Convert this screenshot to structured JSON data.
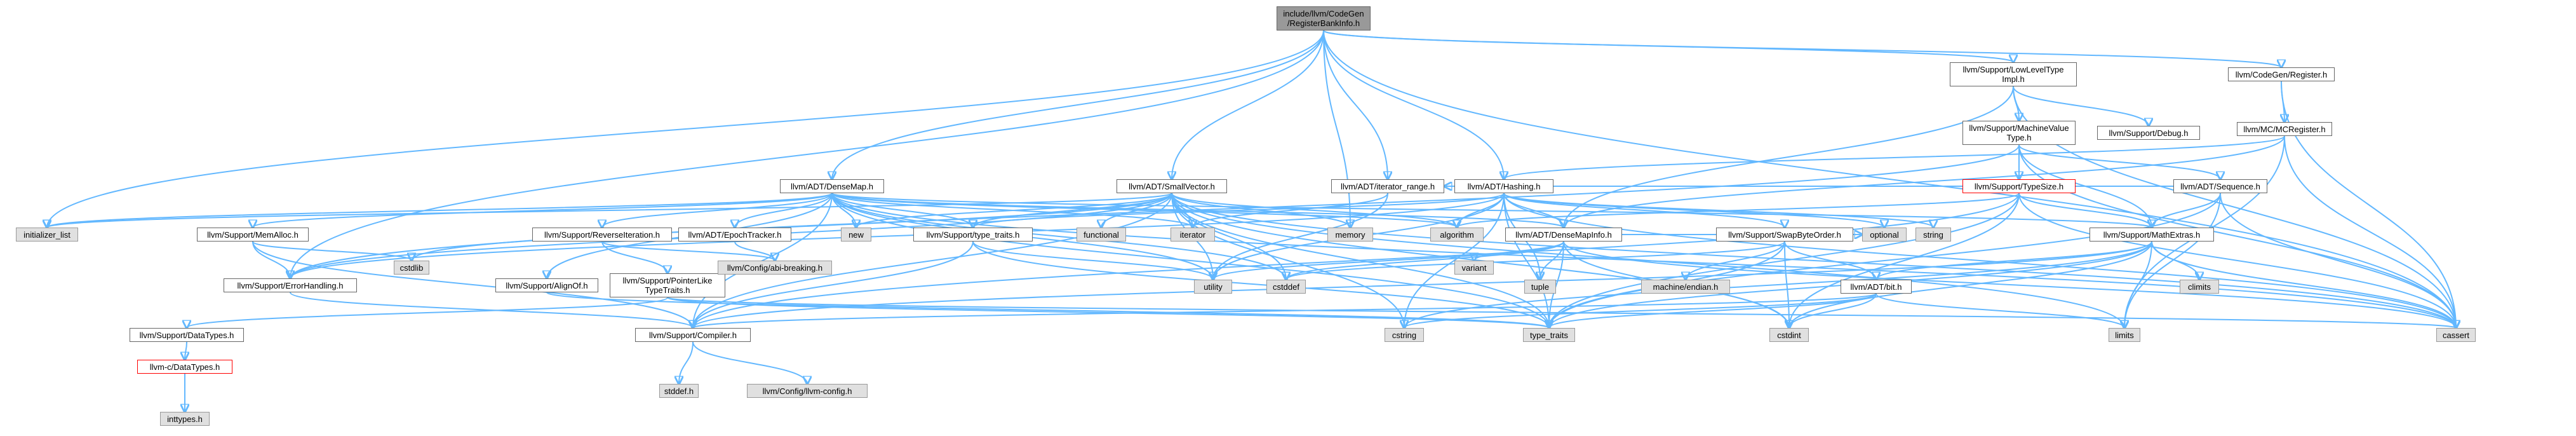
{
  "colors": {
    "edge": "#63b8ff",
    "node_border": "#666666",
    "focus_fill": "#999999",
    "system_fill": "#e0e0e0",
    "warning_border": "#ff0000"
  },
  "nodes": [
    {
      "id": "root",
      "label": "include/llvm/CodeGen\n/RegisterBankInfo.h",
      "kind": "focus"
    },
    {
      "id": "lltype",
      "label": "llvm/Support/LowLevelType\nImpl.h",
      "kind": "normal"
    },
    {
      "id": "cgreg",
      "label": "llvm/CodeGen/Register.h",
      "kind": "normal"
    },
    {
      "id": "mvt",
      "label": "llvm/Support/MachineValue\nType.h",
      "kind": "normal"
    },
    {
      "id": "debug",
      "label": "llvm/Support/Debug.h",
      "kind": "normal"
    },
    {
      "id": "mcreg",
      "label": "llvm/MC/MCRegister.h",
      "kind": "normal"
    },
    {
      "id": "densemap",
      "label": "llvm/ADT/DenseMap.h",
      "kind": "normal"
    },
    {
      "id": "smallvec",
      "label": "llvm/ADT/SmallVector.h",
      "kind": "normal"
    },
    {
      "id": "iterrange",
      "label": "llvm/ADT/iterator_range.h",
      "kind": "normal"
    },
    {
      "id": "hashing",
      "label": "llvm/ADT/Hashing.h",
      "kind": "normal"
    },
    {
      "id": "typesize",
      "label": "llvm/Support/TypeSize.h",
      "kind": "warn"
    },
    {
      "id": "sequence",
      "label": "llvm/ADT/Sequence.h",
      "kind": "normal"
    },
    {
      "id": "initlist",
      "label": "initializer_list",
      "kind": "system"
    },
    {
      "id": "memalloc",
      "label": "llvm/Support/MemAlloc.h",
      "kind": "normal"
    },
    {
      "id": "reviter",
      "label": "llvm/Support/ReverseIteration.h",
      "kind": "normal"
    },
    {
      "id": "epoch",
      "label": "llvm/ADT/EpochTracker.h",
      "kind": "normal"
    },
    {
      "id": "new",
      "label": "new",
      "kind": "system"
    },
    {
      "id": "typetraits_h",
      "label": "llvm/Support/type_traits.h",
      "kind": "normal"
    },
    {
      "id": "functional",
      "label": "functional",
      "kind": "system"
    },
    {
      "id": "iterator",
      "label": "iterator",
      "kind": "system"
    },
    {
      "id": "memory",
      "label": "memory",
      "kind": "system"
    },
    {
      "id": "algorithm",
      "label": "algorithm",
      "kind": "system"
    },
    {
      "id": "densemapinfo",
      "label": "llvm/ADT/DenseMapInfo.h",
      "kind": "normal"
    },
    {
      "id": "swapbyte",
      "label": "llvm/Support/SwapByteOrder.h",
      "kind": "normal"
    },
    {
      "id": "optional",
      "label": "optional",
      "kind": "system"
    },
    {
      "id": "string",
      "label": "string",
      "kind": "system"
    },
    {
      "id": "mathextras",
      "label": "llvm/Support/MathExtras.h",
      "kind": "normal"
    },
    {
      "id": "cstdlib",
      "label": "cstdlib",
      "kind": "system"
    },
    {
      "id": "errhandling",
      "label": "llvm/Support/ErrorHandling.h",
      "kind": "normal"
    },
    {
      "id": "alignof",
      "label": "llvm/Support/AlignOf.h",
      "kind": "normal"
    },
    {
      "id": "ptrlike",
      "label": "llvm/Support/PointerLike\nTypeTraits.h",
      "kind": "normal"
    },
    {
      "id": "abibreak",
      "label": "llvm/Config/abi-breaking.h",
      "kind": "system"
    },
    {
      "id": "utility",
      "label": "utility",
      "kind": "system"
    },
    {
      "id": "cstddef",
      "label": "cstddef",
      "kind": "system"
    },
    {
      "id": "variant",
      "label": "variant",
      "kind": "system"
    },
    {
      "id": "tuple",
      "label": "tuple",
      "kind": "system"
    },
    {
      "id": "endian",
      "label": "machine/endian.h",
      "kind": "system"
    },
    {
      "id": "bit",
      "label": "llvm/ADT/bit.h",
      "kind": "normal"
    },
    {
      "id": "climits",
      "label": "climits",
      "kind": "system"
    },
    {
      "id": "datatypes",
      "label": "llvm/Support/DataTypes.h",
      "kind": "normal"
    },
    {
      "id": "compiler",
      "label": "llvm/Support/Compiler.h",
      "kind": "normal"
    },
    {
      "id": "cstring",
      "label": "cstring",
      "kind": "system"
    },
    {
      "id": "type_traits",
      "label": "type_traits",
      "kind": "system"
    },
    {
      "id": "cstdint",
      "label": "cstdint",
      "kind": "system"
    },
    {
      "id": "limits",
      "label": "limits",
      "kind": "system"
    },
    {
      "id": "cassert",
      "label": "cassert",
      "kind": "system"
    },
    {
      "id": "cdatatypes",
      "label": "llvm-c/DataTypes.h",
      "kind": "warn"
    },
    {
      "id": "stddef",
      "label": "stddef.h",
      "kind": "system"
    },
    {
      "id": "llvmconfig",
      "label": "llvm/Config/llvm-config.h",
      "kind": "system"
    },
    {
      "id": "inttypes",
      "label": "inttypes.h",
      "kind": "system"
    }
  ],
  "edges": [
    [
      "root",
      "lltype"
    ],
    [
      "root",
      "cgreg"
    ],
    [
      "root",
      "densemap"
    ],
    [
      "root",
      "smallvec"
    ],
    [
      "root",
      "iterrange"
    ],
    [
      "root",
      "hashing"
    ],
    [
      "root",
      "initlist"
    ],
    [
      "root",
      "errhandling"
    ],
    [
      "root",
      "memory"
    ],
    [
      "root",
      "cassert"
    ],
    [
      "lltype",
      "mvt"
    ],
    [
      "lltype",
      "debug"
    ],
    [
      "lltype",
      "densemapinfo"
    ],
    [
      "lltype",
      "cassert"
    ],
    [
      "mvt",
      "typesize"
    ],
    [
      "mvt",
      "sequence"
    ],
    [
      "mvt",
      "mathextras"
    ],
    [
      "mvt",
      "errhandling"
    ],
    [
      "mvt",
      "cassert"
    ],
    [
      "cgreg",
      "mcreg"
    ],
    [
      "cgreg",
      "cassert"
    ],
    [
      "mcreg",
      "hashing"
    ],
    [
      "mcreg",
      "densemapinfo"
    ],
    [
      "mcreg",
      "limits"
    ],
    [
      "mcreg",
      "cassert"
    ],
    [
      "densemap",
      "initlist"
    ],
    [
      "densemap",
      "memalloc"
    ],
    [
      "densemap",
      "reviter"
    ],
    [
      "densemap",
      "epoch"
    ],
    [
      "densemap",
      "alignof"
    ],
    [
      "densemap",
      "compiler"
    ],
    [
      "densemap",
      "typetraits_h"
    ],
    [
      "densemap",
      "algorithm"
    ],
    [
      "densemap",
      "iterator"
    ],
    [
      "densemap",
      "new"
    ],
    [
      "densemap",
      "utility"
    ],
    [
      "densemap",
      "densemapinfo"
    ],
    [
      "densemap",
      "mathextras"
    ],
    [
      "densemap",
      "cassert"
    ],
    [
      "densemap",
      "cstddef"
    ],
    [
      "densemap",
      "type_traits"
    ],
    [
      "smallvec",
      "compiler"
    ],
    [
      "smallvec",
      "typetraits_h"
    ],
    [
      "smallvec",
      "algorithm"
    ],
    [
      "smallvec",
      "functional"
    ],
    [
      "smallvec",
      "initlist"
    ],
    [
      "smallvec",
      "iterator"
    ],
    [
      "smallvec",
      "memory"
    ],
    [
      "smallvec",
      "new"
    ],
    [
      "smallvec",
      "cstddef"
    ],
    [
      "smallvec",
      "cstdint"
    ],
    [
      "smallvec",
      "cstdlib"
    ],
    [
      "smallvec",
      "cstring"
    ],
    [
      "smallvec",
      "type_traits"
    ],
    [
      "smallvec",
      "utility"
    ],
    [
      "smallvec",
      "limits"
    ],
    [
      "smallvec",
      "cassert"
    ],
    [
      "smallvec",
      "errhandling"
    ],
    [
      "iterrange",
      "utility"
    ],
    [
      "iterrange",
      "iterator"
    ],
    [
      "hashing",
      "errhandling"
    ],
    [
      "hashing",
      "swapbyte"
    ],
    [
      "hashing",
      "algorithm"
    ],
    [
      "hashing",
      "cassert"
    ],
    [
      "hashing",
      "cstring"
    ],
    [
      "hashing",
      "optional"
    ],
    [
      "hashing",
      "string"
    ],
    [
      "hashing",
      "tuple"
    ],
    [
      "hashing",
      "utility"
    ],
    [
      "hashing",
      "typetraits_h"
    ],
    [
      "hashing",
      "type_traits"
    ],
    [
      "hashing",
      "densemapinfo"
    ],
    [
      "typesize",
      "mathextras"
    ],
    [
      "typesize",
      "compiler"
    ],
    [
      "typesize",
      "algorithm"
    ],
    [
      "typesize",
      "cassert"
    ],
    [
      "typesize",
      "cstdint"
    ],
    [
      "typesize",
      "type_traits"
    ],
    [
      "sequence",
      "mathextras"
    ],
    [
      "sequence",
      "iterrange"
    ],
    [
      "sequence",
      "cassert"
    ],
    [
      "sequence",
      "limits"
    ],
    [
      "sequence",
      "type_traits"
    ],
    [
      "memalloc",
      "compiler"
    ],
    [
      "memalloc",
      "errhandling"
    ],
    [
      "memalloc",
      "cstdlib"
    ],
    [
      "reviter",
      "ptrlike"
    ],
    [
      "reviter",
      "abibreak"
    ],
    [
      "epoch",
      "abibreak"
    ],
    [
      "typetraits_h",
      "compiler"
    ],
    [
      "typetraits_h",
      "type_traits"
    ],
    [
      "typetraits_h",
      "utility"
    ],
    [
      "densemapinfo",
      "cassert"
    ],
    [
      "densemapinfo",
      "cstddef"
    ],
    [
      "densemapinfo",
      "cstdint"
    ],
    [
      "densemapinfo",
      "tuple"
    ],
    [
      "densemapinfo",
      "type_traits"
    ],
    [
      "densemapinfo",
      "utility"
    ],
    [
      "densemapinfo",
      "variant"
    ],
    [
      "densemapinfo",
      "optional"
    ],
    [
      "swapbyte",
      "bit"
    ],
    [
      "swapbyte",
      "cstddef"
    ],
    [
      "swapbyte",
      "cstdint"
    ],
    [
      "swapbyte",
      "type_traits"
    ],
    [
      "swapbyte",
      "endian"
    ],
    [
      "mathextras",
      "bit"
    ],
    [
      "mathextras",
      "compiler"
    ],
    [
      "mathextras",
      "cassert"
    ],
    [
      "mathextras",
      "climits"
    ],
    [
      "mathextras",
      "cstdint"
    ],
    [
      "mathextras",
      "cstring"
    ],
    [
      "mathextras",
      "limits"
    ],
    [
      "mathextras",
      "type_traits"
    ],
    [
      "bit",
      "compiler"
    ],
    [
      "bit",
      "cstdint"
    ],
    [
      "bit",
      "limits"
    ],
    [
      "bit",
      "type_traits"
    ],
    [
      "bit",
      "cstring"
    ],
    [
      "errhandling",
      "compiler"
    ],
    [
      "alignof",
      "type_traits"
    ],
    [
      "ptrlike",
      "datatypes"
    ],
    [
      "ptrlike",
      "cassert"
    ],
    [
      "ptrlike",
      "type_traits"
    ],
    [
      "datatypes",
      "cdatatypes"
    ],
    [
      "cdatatypes",
      "inttypes"
    ],
    [
      "compiler",
      "stddef"
    ],
    [
      "compiler",
      "llvmconfig"
    ]
  ]
}
